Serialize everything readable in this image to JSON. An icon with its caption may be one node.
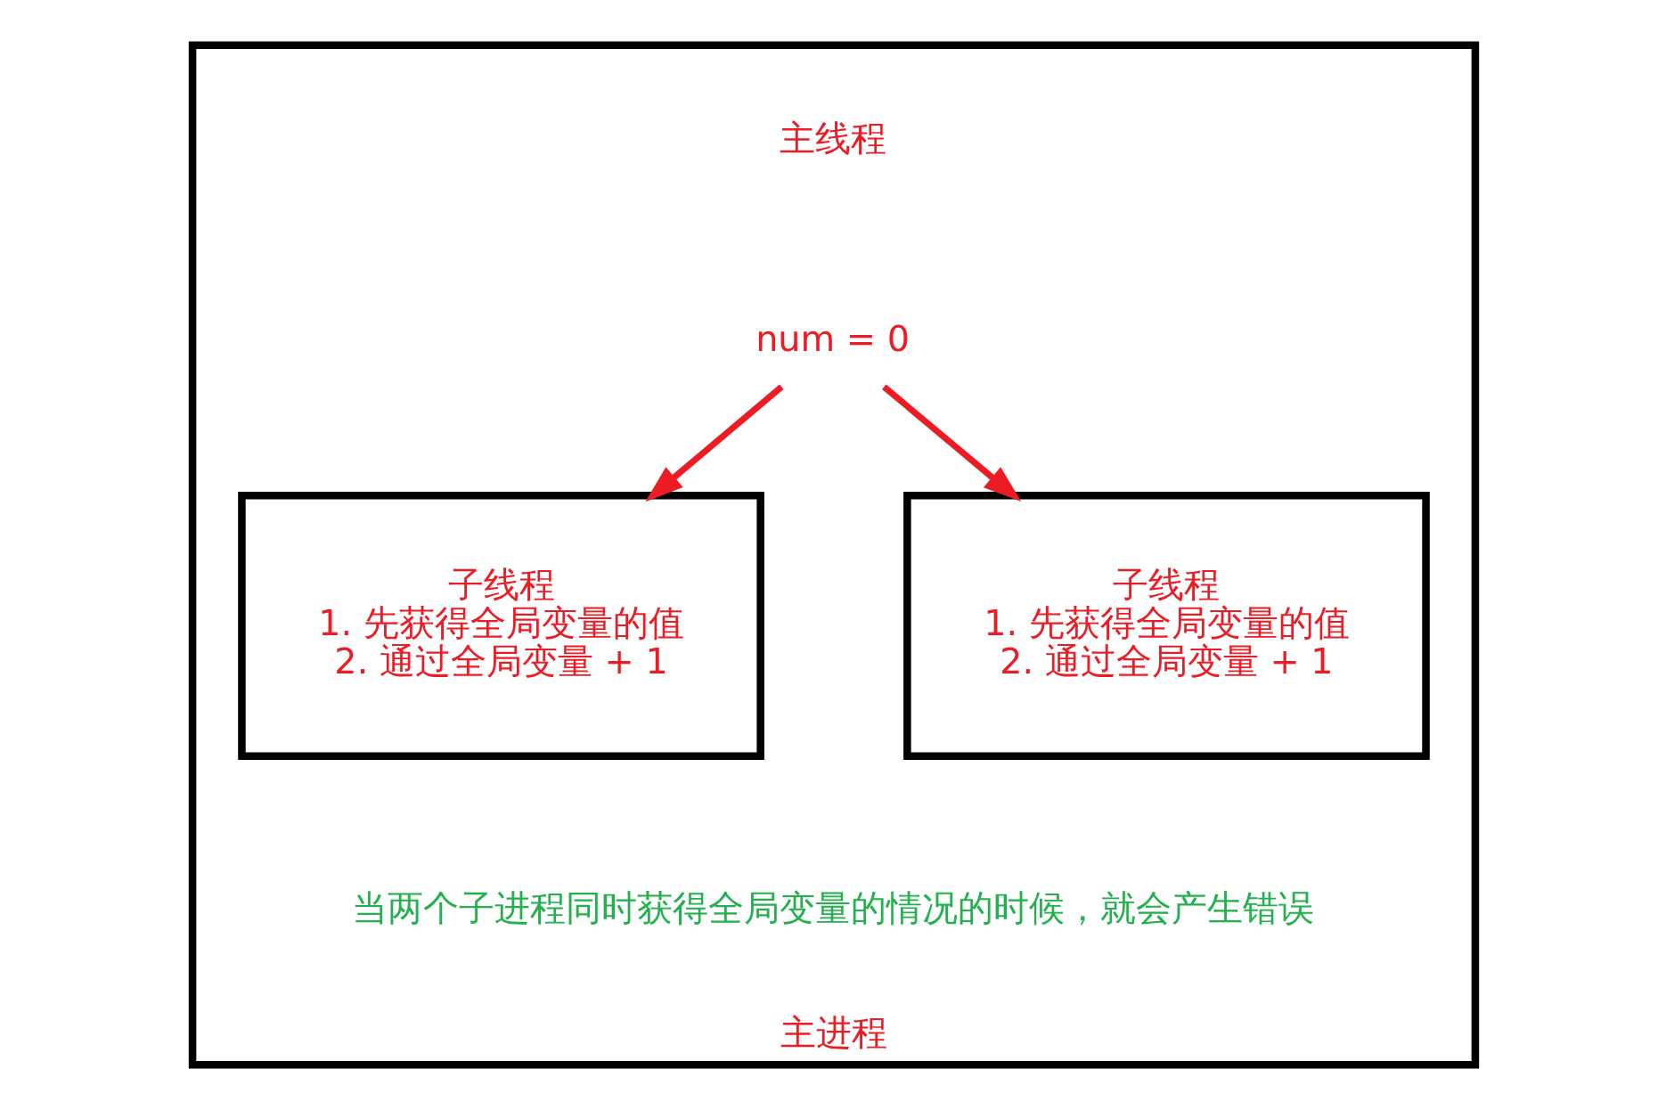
{
  "diagram": {
    "nodes": [
      {
        "text": [
          "主进程"
        ]
      },
      {
        "text": [
          "num = 0"
        ],
        "in": 0
      },
      {
        "text": [
          "子线程",
          "1. 先获得全局变量的值",
          "2. 通过全局变量 + 1"
        ],
        "in": 0
      },
      {
        "text": [
          "子线程",
          "1. 先获得全局变量的值",
          "2. 通过全局变量 + 1"
        ],
        "in": 0
      }
    ],
    "edges": [
      {
        "from": 1,
        "to": 2,
        "arrow": "to"
      },
      {
        "from": 1,
        "to": 3,
        "arrow": "to"
      }
    ],
    "labels": [
      "主线程",
      "当两个子进程同时获得全局变量的情况的时候，就会产生错误"
    ]
  }
}
